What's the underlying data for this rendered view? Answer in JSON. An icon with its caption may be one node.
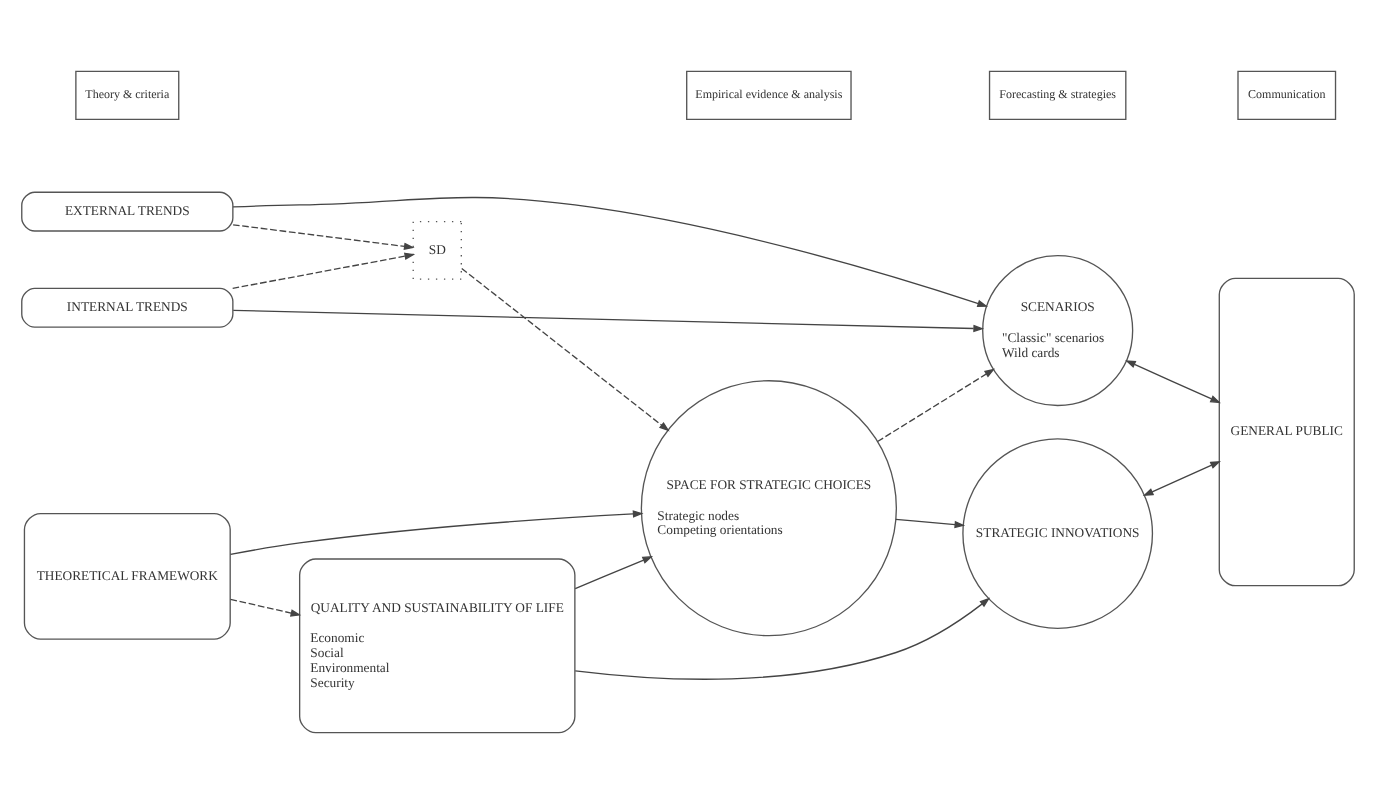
{
  "diagram": {
    "nodes": [
      {
        "text": [
          "THEORETICAL FRAMEWORK"
        ]
      },
      {
        "text": [
          "EXTERNAL TRENDS"
        ]
      },
      {
        "text": [
          "SPACE FOR STRATEGIC CHOICES",
          "Strategic nodes",
          "Competing orientations"
        ]
      },
      {
        "text": [
          "QUALITY AND SUSTAINABILITY OF LIFE",
          "Economic",
          "Social",
          "Environmental",
          "Security"
        ]
      },
      {
        "text": [
          "SD"
        ]
      },
      {
        "text": [
          "INTERNAL TRENDS"
        ]
      },
      {
        "text": [
          "SCENARIOS",
          "\"Classic\" scenarios",
          "Wild cards"
        ]
      },
      {
        "text": [
          "STRATEGIC INNOVATIONS"
        ]
      },
      {
        "text": [
          "GENERAL PUBLIC"
        ]
      }
    ],
    "edges": [
      {
        "from": 0,
        "to": 2,
        "arrow": "to"
      },
      {
        "from": 0,
        "to": 3,
        "arrow": "to",
        "style": "dashed"
      },
      {
        "from": 1,
        "to": 4,
        "arrow": "to",
        "style": "dashed"
      },
      {
        "from": 1,
        "to": 6,
        "arrow": "to"
      },
      {
        "from": 4,
        "to": 2,
        "arrow": "to",
        "style": "dashed"
      },
      {
        "from": 5,
        "to": 4,
        "arrow": "to",
        "style": "dashed"
      },
      {
        "from": 3,
        "to": 2,
        "arrow": "to"
      },
      {
        "from": 3,
        "to": 7,
        "arrow": "to"
      },
      {
        "from": 2,
        "to": 6,
        "arrow": "to",
        "style": "dashed"
      },
      {
        "from": 2,
        "to": 7,
        "arrow": "to"
      },
      {
        "from": 5,
        "to": 6,
        "arrow": "to"
      },
      {
        "from": 6,
        "to": 8,
        "arrow": "both"
      },
      {
        "from": 7,
        "to": 8,
        "arrow": "both"
      }
    ],
    "labels": [
      "Theory & criteria",
      "Empirical evidence & analysis",
      "Forecasting & strategies",
      "Communication"
    ]
  }
}
